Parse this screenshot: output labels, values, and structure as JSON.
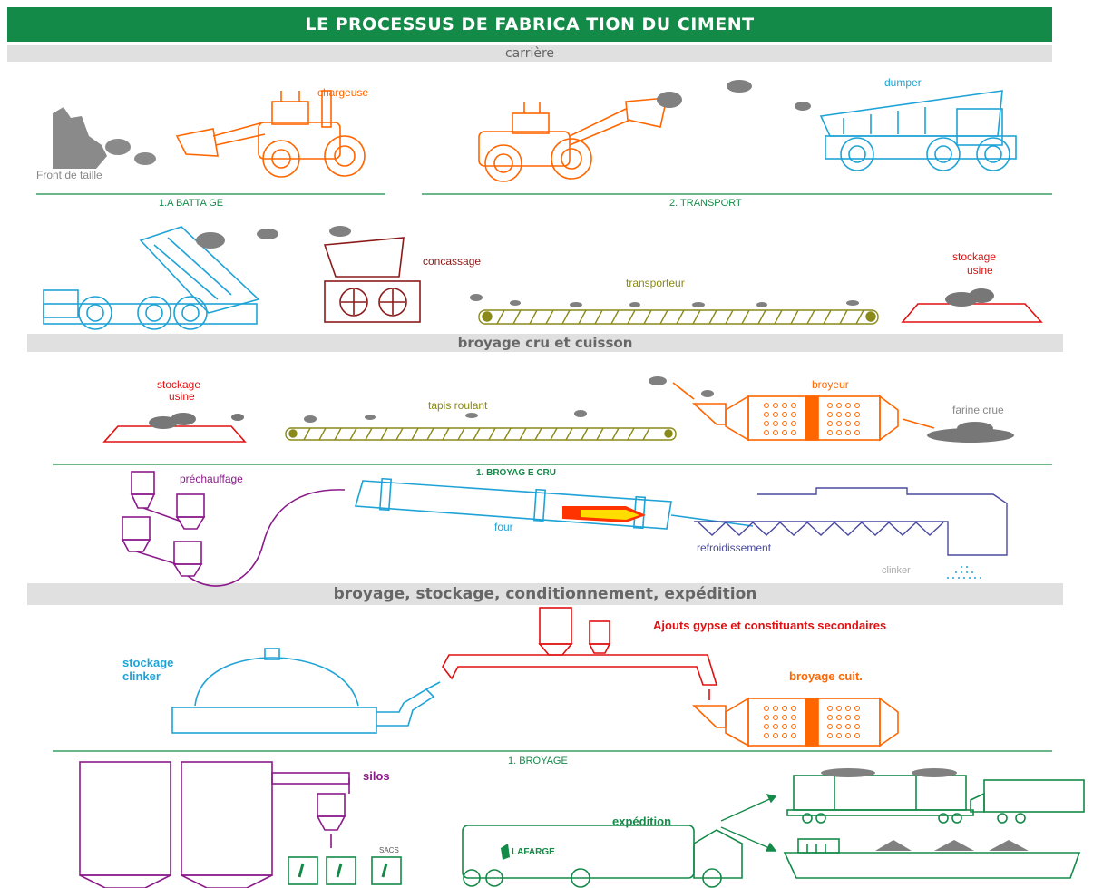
{
  "title": "LE PROCESSUS DE FABRICA TION DU CIMENT",
  "sections": {
    "carriere": "carrière",
    "cuisson": "broyage cru et cuisson",
    "expedition": "broyage, stockage, conditionnement, expédition"
  },
  "labels": {
    "chargeuse": "chargeuse",
    "dumper": "dumper",
    "front_taille": "Front de taille",
    "abattage": "1.A BATTA GE",
    "transport": "2. TRANSPORT",
    "concassage": "concassage",
    "transporteur": "transporteur",
    "stockage_usine_1a": "stockage",
    "stockage_usine_1b": "usine",
    "stockage_usine_2a": "stockage",
    "stockage_usine_2b": "usine",
    "tapis_roulant": "tapis roulant",
    "broyeur": "broyeur",
    "farine_crue": "farine crue",
    "broyage_cru": "1. BROYAG E CRU",
    "prechauffage": "préchauffage",
    "four": "four",
    "refroidissement": "refroidissement",
    "clinker": "clinker",
    "ajouts": "Ajouts gypse et constituants secondaires",
    "stockage_clinker_a": "stockage",
    "stockage_clinker_b": "clinker",
    "broyage_cuit": "broyage cuit.",
    "broyage": "1. BROYAGE",
    "silos": "silos",
    "sacs": "SACS",
    "expedition": "expédition",
    "lafarge": "LAFARGE"
  },
  "colors": {
    "title_bg": "#148a48",
    "orange": "#ff6600",
    "cyan": "#1fa3d6",
    "gray": "#777777",
    "maroon": "#8b1a1a",
    "olive": "#8a8a1a",
    "red": "#e01010",
    "purple": "#8b1a8b",
    "green": "#148a48"
  }
}
